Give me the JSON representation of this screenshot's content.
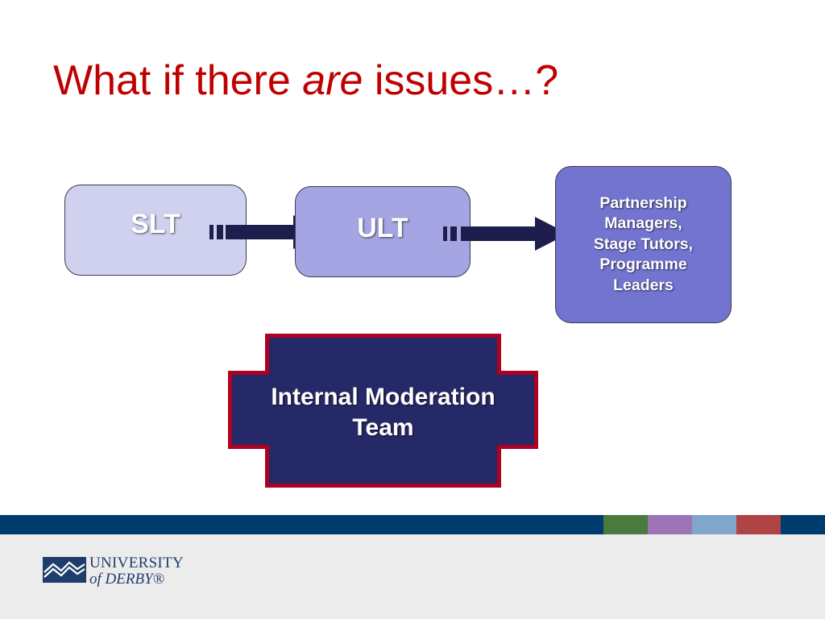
{
  "slide": {
    "title": {
      "before": "What if there ",
      "emphasis": "are",
      "after": " issues…?"
    }
  },
  "diagram": {
    "nodes": {
      "slt": "SLT",
      "ult": "ULT",
      "pm": [
        "Partnership",
        "Managers,",
        "Stage Tutors,",
        "Programme",
        "Leaders"
      ],
      "imt": [
        "Internal Moderation",
        "Team"
      ]
    }
  },
  "footer": {
    "logo_line1": "UNIVERSITY",
    "logo_line2": "of DERBY®"
  },
  "colors": {
    "title": "#c00000",
    "band": "#003c6e",
    "swatches": [
      "#4a7b3e",
      "#9e74b8",
      "#80a6c9",
      "#b04343"
    ],
    "imt_fill": "#262968",
    "imt_border": "#b00020",
    "arrow_fill": "#1e1e4c"
  }
}
